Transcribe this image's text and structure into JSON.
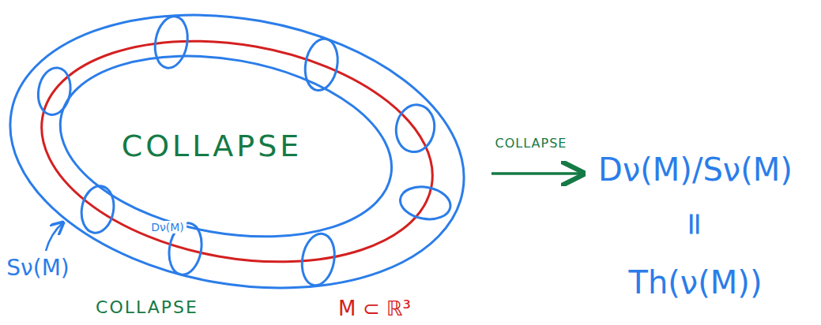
{
  "diagram": {
    "labels": [
      "COLLAPSE",
      "Dν(M)",
      "Sν(M)",
      "COLLAPSE",
      "M ⊂ ℝ³",
      "COLLAPSE",
      "Dν(M)/Sν(M)",
      "=",
      "Th(ν(M))"
    ]
  }
}
